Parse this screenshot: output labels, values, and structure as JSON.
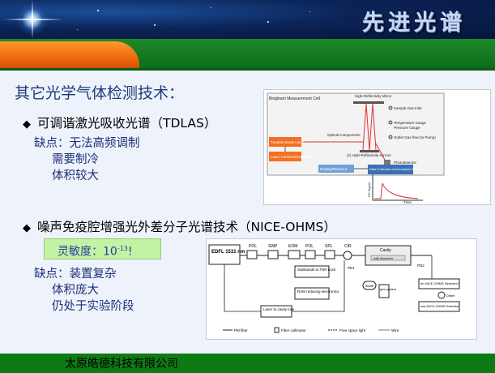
{
  "header": {
    "title": "先进光谱"
  },
  "heading": "其它光学气体检测技术：",
  "sections": [
    {
      "title": "可调谐激光吸收光谱（TDLAS）",
      "lines": [
        "缺点：无法高频调制",
        "需要制冷",
        "体积较大"
      ]
    },
    {
      "title": "噪声免疫腔增强光外差分子光谱技术（NICE-OHMS）",
      "sensitivity": {
        "label": "灵敏度：10",
        "exp": "-13",
        "end": "!"
      },
      "lines": [
        "缺点：装置复杂",
        "体积庞大",
        "仍处于实验阶段"
      ]
    }
  ],
  "figure1": {
    "cell_label": "Bingleam Measurement Cell",
    "mirror_top": "High-Reflectivity Mirror",
    "mirror_bottom": "(2) High-Reflectivity Mirrors",
    "optical": "Optical Components",
    "laser": "Tunable Diode Laser",
    "control": "Laser Control Electronics",
    "display": "Display/Readout",
    "daq": "Data Collection and Analysis System",
    "detector": "Photodetector",
    "gas_inlet": "Sample Gas Inlet",
    "temp": "Temperature Gauge",
    "pressure": "Pressure Gauge",
    "outlet": "Outlet Gas flow (to Pump)",
    "y_axis": "PD Signal",
    "x_axis": "Time"
  },
  "figure2": {
    "edfl": "EDFL 1531 nm",
    "pol": "POL",
    "swp": "SWP",
    "eom": "EOM",
    "spl": "SPL",
    "cir": "CIR",
    "cavity": "Cavity",
    "absorber": "with Absorber",
    "fsr": "Sidebands to FSR Lock",
    "ramp": "RAM reducing electronics",
    "lock": "Laser to cavity lock",
    "scan": "Scan",
    "gas": "gas system",
    "pd1": "PD1",
    "pd2": "PD2",
    "fm": "fm-NICE-OHMS Detection",
    "wm": "wm-NICE-OHMS Detection",
    "dither": "Dither",
    "legend_pm": "PM fiber",
    "legend_coll": "Fiber collimator",
    "legend_free": "Free space light",
    "legend_wire": "Wire"
  },
  "footer": {
    "company": "太原皓德科技有限公司"
  }
}
